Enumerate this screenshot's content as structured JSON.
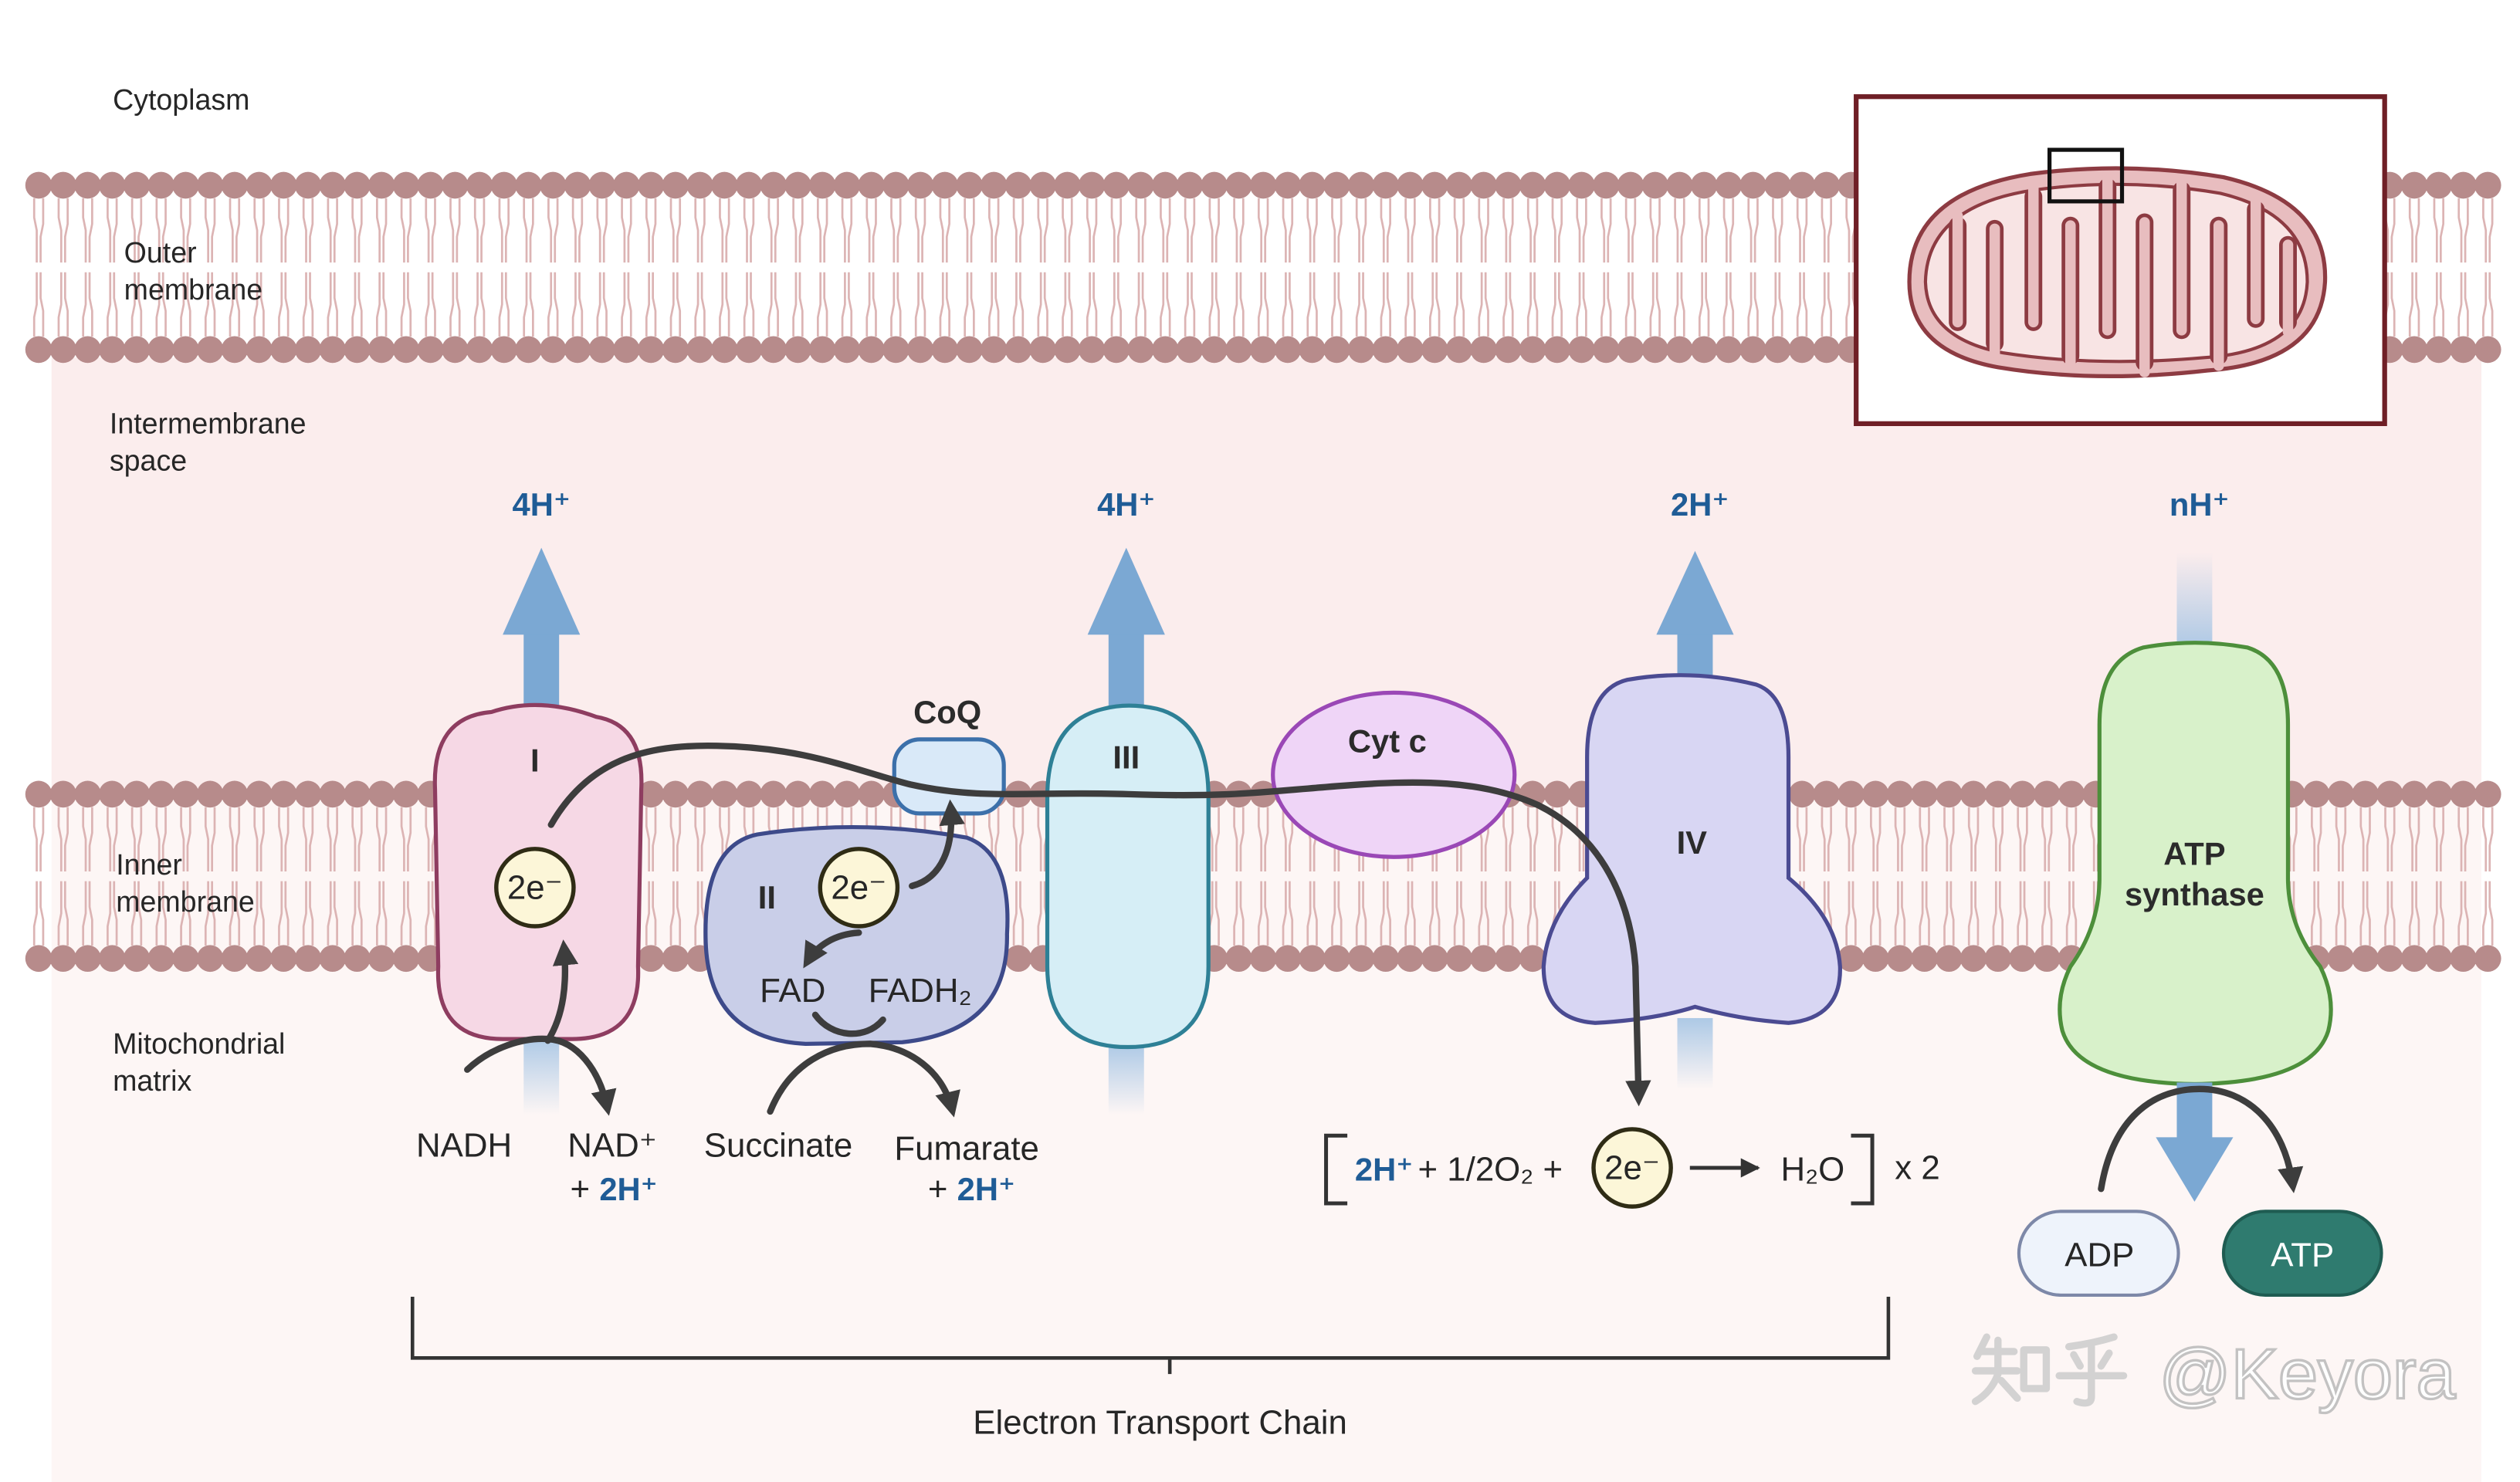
{
  "regions": {
    "cytoplasm": "Cytoplasm",
    "outer_membrane": [
      "Outer",
      "membrane"
    ],
    "intermembrane_space": [
      "Intermembrane",
      "space"
    ],
    "inner_membrane": [
      "Inner",
      "membrane"
    ],
    "matrix": [
      "Mitochondrial",
      "matrix"
    ]
  },
  "proton_labels": {
    "complex_i": "4H⁺",
    "complex_iii": "4H⁺",
    "complex_iv": "2H⁺",
    "atp_synthase": "nH⁺"
  },
  "complexes": {
    "i": "I",
    "ii": "II",
    "iii": "III",
    "iv": "IV",
    "coq": "CoQ",
    "cyt_c": "Cyt c",
    "atp_synthase": [
      "ATP",
      "synthase"
    ]
  },
  "electrons": {
    "complex_i": "2e⁻",
    "complex_ii": "2e⁻"
  },
  "complex_ii_cofactors": {
    "fad": "FAD",
    "fadh2": "FADH₂"
  },
  "substrates": {
    "nadh": "NADH",
    "nad": "NAD⁺",
    "nad_plus": "+",
    "nad_protons": "2H⁺",
    "succinate": "Succinate",
    "fumarate": "Fumarate",
    "fumarate_plus": "+",
    "fumarate_protons": "2H⁺"
  },
  "equation": {
    "protons": "2H⁺",
    "middle": "+ 1/2O₂ +",
    "electrons": "2e⁻",
    "product": "H₂O",
    "multiplier": "x 2"
  },
  "atp": {
    "adp": "ADP",
    "atp": "ATP"
  },
  "bracket_label": "Electron Transport Chain",
  "watermark": {
    "logo": "知乎",
    "handle": "@Keyora"
  },
  "colors": {
    "proton_blue": "#1f5c96",
    "arrow_blue": "#7ba8d3",
    "membrane_head": "#b78b8b",
    "membrane_tail": "#dcb4b4",
    "intermembrane": "#fbeded",
    "matrix": "#fdf6f5",
    "complex_i_fill": "#f6d8e5",
    "complex_i_stroke": "#8e3d60",
    "complex_ii_fill": "#c9cee8",
    "complex_ii_stroke": "#3d4a8a",
    "coq_fill": "#d9e9f8",
    "coq_stroke": "#3c70aa",
    "complex_iii_fill": "#d6eef6",
    "complex_iii_stroke": "#2e8096",
    "cyt_c_fill": "#efd5f7",
    "cyt_c_stroke": "#9a48b6",
    "complex_iv_fill": "#d8d6f3",
    "complex_iv_stroke": "#4b4b92",
    "atp_synthase_fill": "#d8f1ca",
    "atp_synthase_stroke": "#4d8f3b",
    "electron_fill": "#fcf6d8",
    "electron_stroke": "#2f2c15",
    "adp_fill": "#eef3fb",
    "adp_stroke": "#7d88a8",
    "atp_fill": "#2f7b6f",
    "atp_stroke": "#1f5c52",
    "inset_frame": "#6f1f26",
    "mito_outer": "#e8bdbf",
    "mito_inner": "#f8e4e4",
    "mito_stroke": "#8d3b42"
  }
}
